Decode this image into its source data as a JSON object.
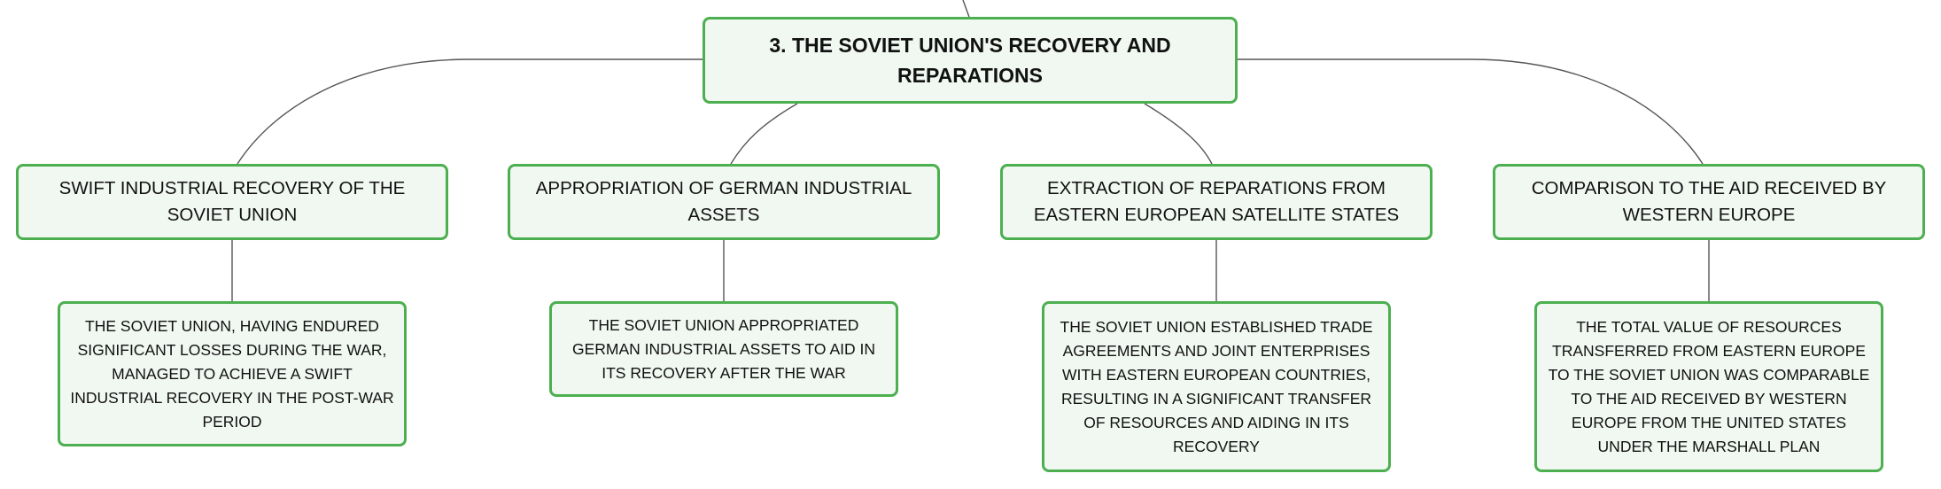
{
  "colors": {
    "node_border": "#4caf50",
    "node_fill": "#f1f8f2",
    "connector": "#555555",
    "text": "#111111"
  },
  "root": {
    "title": "3. THE SOVIET UNION'S RECOVERY AND REPARATIONS"
  },
  "branches": [
    {
      "title": "SWIFT INDUSTRIAL RECOVERY OF THE SOVIET UNION",
      "detail": "THE SOVIET UNION, HAVING ENDURED SIGNIFICANT LOSSES DURING THE WAR, MANAGED TO ACHIEVE A SWIFT INDUSTRIAL RECOVERY IN THE POST-WAR PERIOD"
    },
    {
      "title": "APPROPRIATION OF GERMAN INDUSTRIAL ASSETS",
      "detail": "THE SOVIET UNION APPROPRIATED GERMAN INDUSTRIAL ASSETS TO AID IN ITS RECOVERY AFTER THE WAR"
    },
    {
      "title": "EXTRACTION OF REPARATIONS FROM EASTERN EUROPEAN SATELLITE STATES",
      "detail": "THE SOVIET UNION ESTABLISHED TRADE AGREEMENTS AND JOINT ENTERPRISES WITH EASTERN EUROPEAN COUNTRIES, RESULTING IN A SIGNIFICANT TRANSFER OF RESOURCES AND AIDING IN ITS RECOVERY"
    },
    {
      "title": "COMPARISON TO THE AID RECEIVED BY WESTERN EUROPE",
      "detail": "THE TOTAL VALUE OF RESOURCES TRANSFERRED FROM EASTERN EUROPE TO THE SOVIET UNION WAS COMPARABLE TO THE AID RECEIVED BY WESTERN EUROPE FROM THE UNITED STATES UNDER THE MARSHALL PLAN"
    }
  ]
}
